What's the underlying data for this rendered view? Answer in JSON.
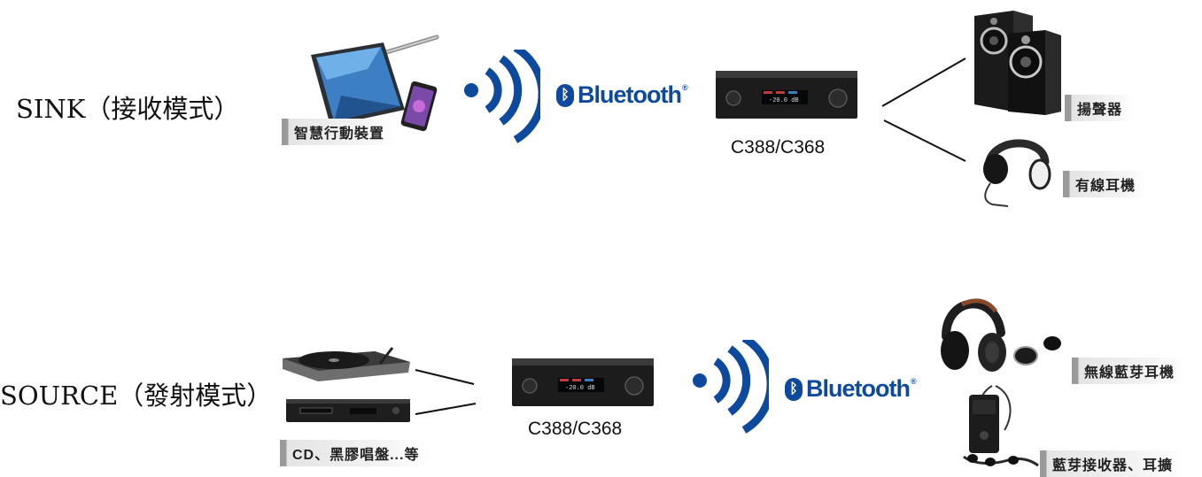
{
  "sink": {
    "mode_label": "SINK（接收模式）",
    "source_caption": "智慧行動裝置",
    "bluetooth_label": "Bluetooth",
    "bluetooth_reg": "®",
    "amp_model": "C388/C368",
    "amp_display": "-20.0 dB",
    "outputs": [
      {
        "caption": "揚聲器"
      },
      {
        "caption": "有線耳機"
      }
    ]
  },
  "source": {
    "mode_label": "SOURCE（發射模式）",
    "input_caption": "CD、黑膠唱盤...等",
    "amp_model": "C388/C368",
    "amp_display": "-20.0 dB",
    "bluetooth_label": "Bluetooth",
    "bluetooth_reg": "®",
    "outputs": [
      {
        "caption": "無線藍芽耳機"
      },
      {
        "caption": "藍芽接收器、耳擴"
      }
    ]
  },
  "colors": {
    "bluetooth_blue": "#0d4a9e",
    "amp_body": "#1c1c1c",
    "caption_bar": "#9a9a9a"
  }
}
